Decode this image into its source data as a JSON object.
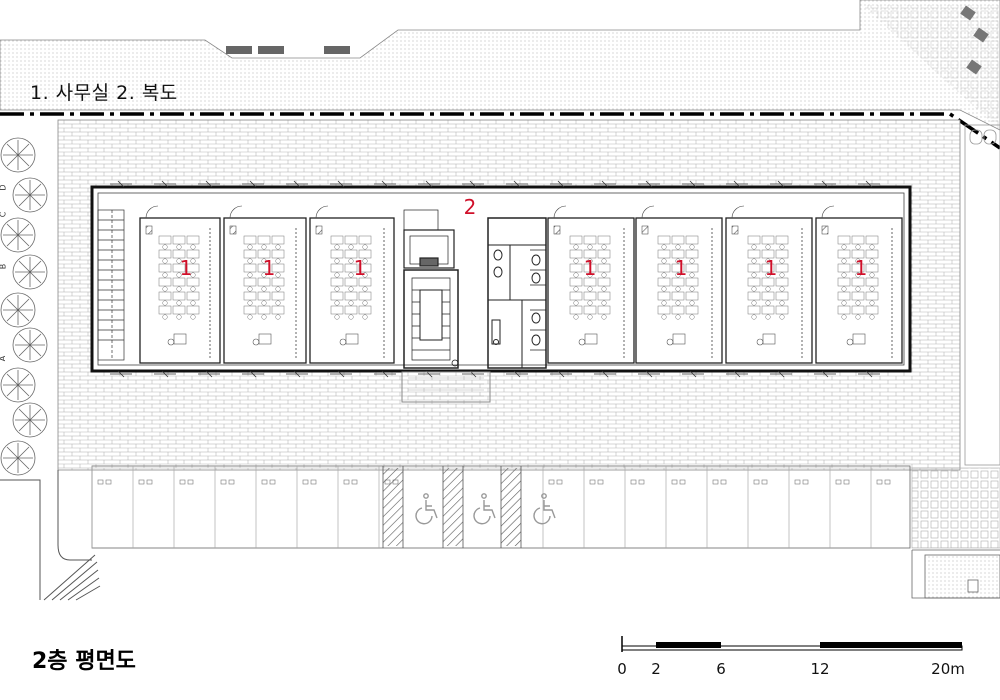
{
  "legend_text": "1. 사무실  2. 복도",
  "plan_title": "2층 평면도",
  "room_labels": [
    {
      "id": "office-1",
      "num": "1"
    },
    {
      "id": "office-2",
      "num": "1"
    },
    {
      "id": "office-3",
      "num": "1"
    },
    {
      "id": "office-4",
      "num": "1"
    },
    {
      "id": "office-5",
      "num": "1"
    },
    {
      "id": "office-6",
      "num": "1"
    },
    {
      "id": "office-7",
      "num": "1"
    },
    {
      "id": "corridor",
      "num": "2"
    }
  ],
  "scale_bar": {
    "ticks": [
      "0",
      "2",
      "6",
      "12",
      "20m"
    ]
  },
  "grid_axis_labels": [
    "A",
    "B",
    "C",
    "D"
  ],
  "colors": {
    "room_number": "#d0102a",
    "line": "#333333",
    "wall": "#111111"
  }
}
